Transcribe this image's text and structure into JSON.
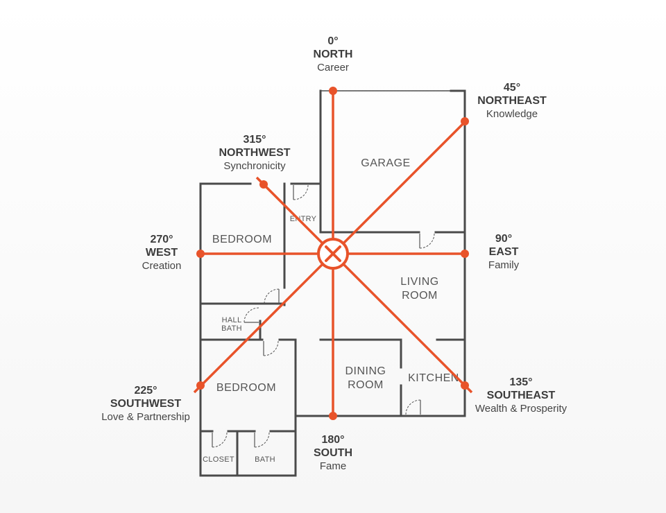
{
  "directions": {
    "north": {
      "degrees": "0°",
      "name": "NORTH",
      "area": "Career"
    },
    "northeast": {
      "degrees": "45°",
      "name": "NORTHEAST",
      "area": "Knowledge"
    },
    "east": {
      "degrees": "90°",
      "name": "EAST",
      "area": "Family"
    },
    "southeast": {
      "degrees": "135°",
      "name": "SOUTHEAST",
      "area": "Wealth & Prosperity"
    },
    "south": {
      "degrees": "180°",
      "name": "SOUTH",
      "area": "Fame"
    },
    "southwest": {
      "degrees": "225°",
      "name": "SOUTHWEST",
      "area": "Love & Partnership"
    },
    "west": {
      "degrees": "270°",
      "name": "WEST",
      "area": "Creation"
    },
    "northwest": {
      "degrees": "315°",
      "name": "NORTHWEST",
      "area": "Synchronicity"
    }
  },
  "rooms": {
    "garage": "GARAGE",
    "entry": "ENTRY",
    "bedroom_upper": "BEDROOM",
    "hall_bath_line1": "HALL",
    "hall_bath_line2": "BATH",
    "living_line1": "LIVING",
    "living_line2": "ROOM",
    "dining_line1": "DINING",
    "dining_line2": "ROOM",
    "kitchen": "KITCHEN",
    "bedroom_lower": "BEDROOM",
    "closet": "CLOSET",
    "bath": "BATH"
  },
  "colors": {
    "accent": "#e8532a",
    "walls": "#4a4a4a",
    "text": "#3c3c3c"
  }
}
